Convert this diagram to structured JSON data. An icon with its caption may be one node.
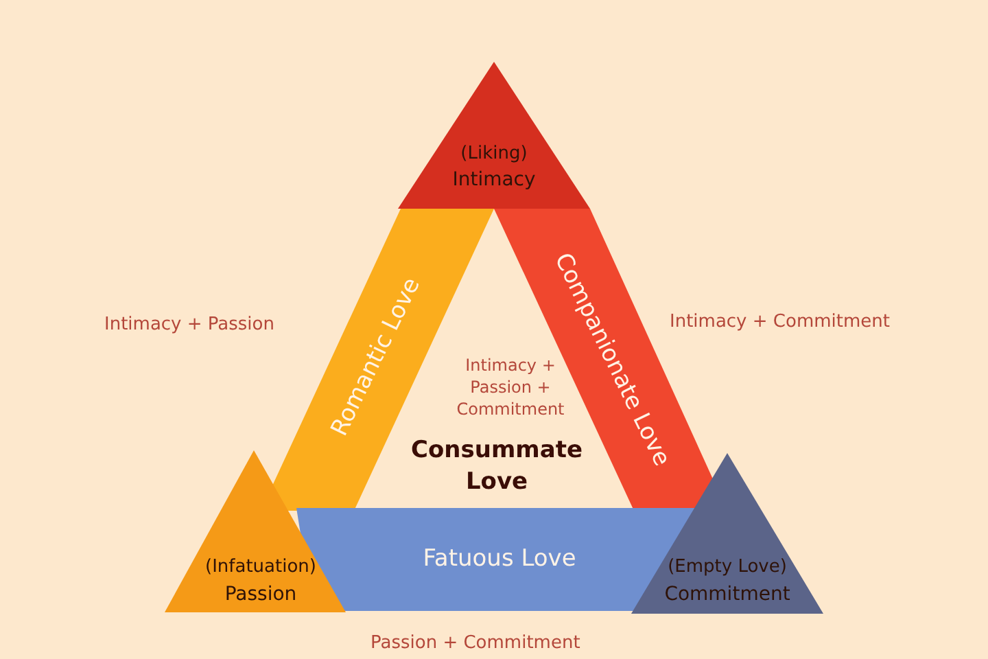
{
  "diagram": {
    "nodes": [
      {
        "text": [
          "(Liking)",
          "Intimacy"
        ]
      },
      {
        "text": [
          "Romantic Love"
        ]
      },
      {
        "text": [
          "Companionate Love"
        ]
      },
      {
        "text": [
          "(Infatuation)",
          "Passion"
        ]
      },
      {
        "text": [
          "Fatuous Love"
        ]
      },
      {
        "text": [
          "(Empty Love)",
          "Commitment"
        ]
      }
    ],
    "labels": [
      "Intimacy + Passion",
      "Intimacy + Commitment",
      "Intimacy + Passion + Commitment",
      "Consummate Love",
      "Passion + Commitment"
    ]
  }
}
